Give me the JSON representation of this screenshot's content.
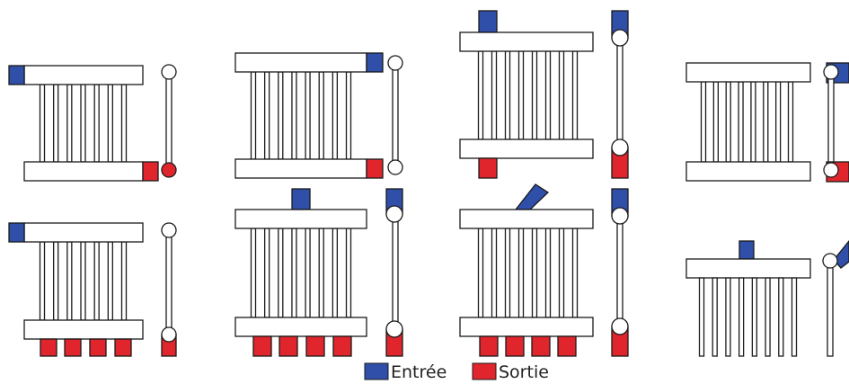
{
  "colors": {
    "inlet": "#2f4fa8",
    "outlet": "#e0262c",
    "stroke": "#1a1a1a",
    "fill": "#ffffff"
  },
  "legend": {
    "inlet_label": "Entrée",
    "outlet_label": "Sortie"
  },
  "configurations": [
    {
      "id": "c1",
      "pipe_count": 7,
      "inlet": "top-manifold-left-end",
      "outlets": 1,
      "outlet_position": "bottom-manifold-right-end",
      "has_side_view": true
    },
    {
      "id": "c2",
      "pipe_count": 7,
      "inlet": "top-manifold-left-end",
      "outlets": 4,
      "outlet_position": "bottom-manifold-underside",
      "has_side_view": true
    },
    {
      "id": "c3",
      "pipe_count": 8,
      "inlet": "top-manifold-right-end",
      "outlets": 1,
      "outlet_position": "bottom-manifold-right-end",
      "has_side_view": true
    },
    {
      "id": "c4",
      "pipe_count": 8,
      "inlet": "top-manifold-top-center",
      "outlets": 4,
      "outlet_position": "bottom-manifold-underside",
      "has_side_view": true
    },
    {
      "id": "c5",
      "pipe_count": 8,
      "inlet": "top-manifold-top-center",
      "outlets": 1,
      "outlet_position": "bottom-manifold-underside",
      "has_side_view": true
    },
    {
      "id": "c6",
      "pipe_count": 8,
      "inlet": "top-manifold-top-angled",
      "outlets": 4,
      "outlet_position": "bottom-manifold-underside",
      "has_side_view": true
    },
    {
      "id": "c7",
      "pipe_count": 8,
      "inlet": "side-view-only",
      "outlets": 1,
      "outlet_position": "side-view-only",
      "has_side_view": true
    },
    {
      "id": "c8",
      "pipe_count": 8,
      "inlet": "top-manifold-top-center",
      "outlets": 0,
      "outlet_position": "none",
      "has_side_view": true
    }
  ]
}
